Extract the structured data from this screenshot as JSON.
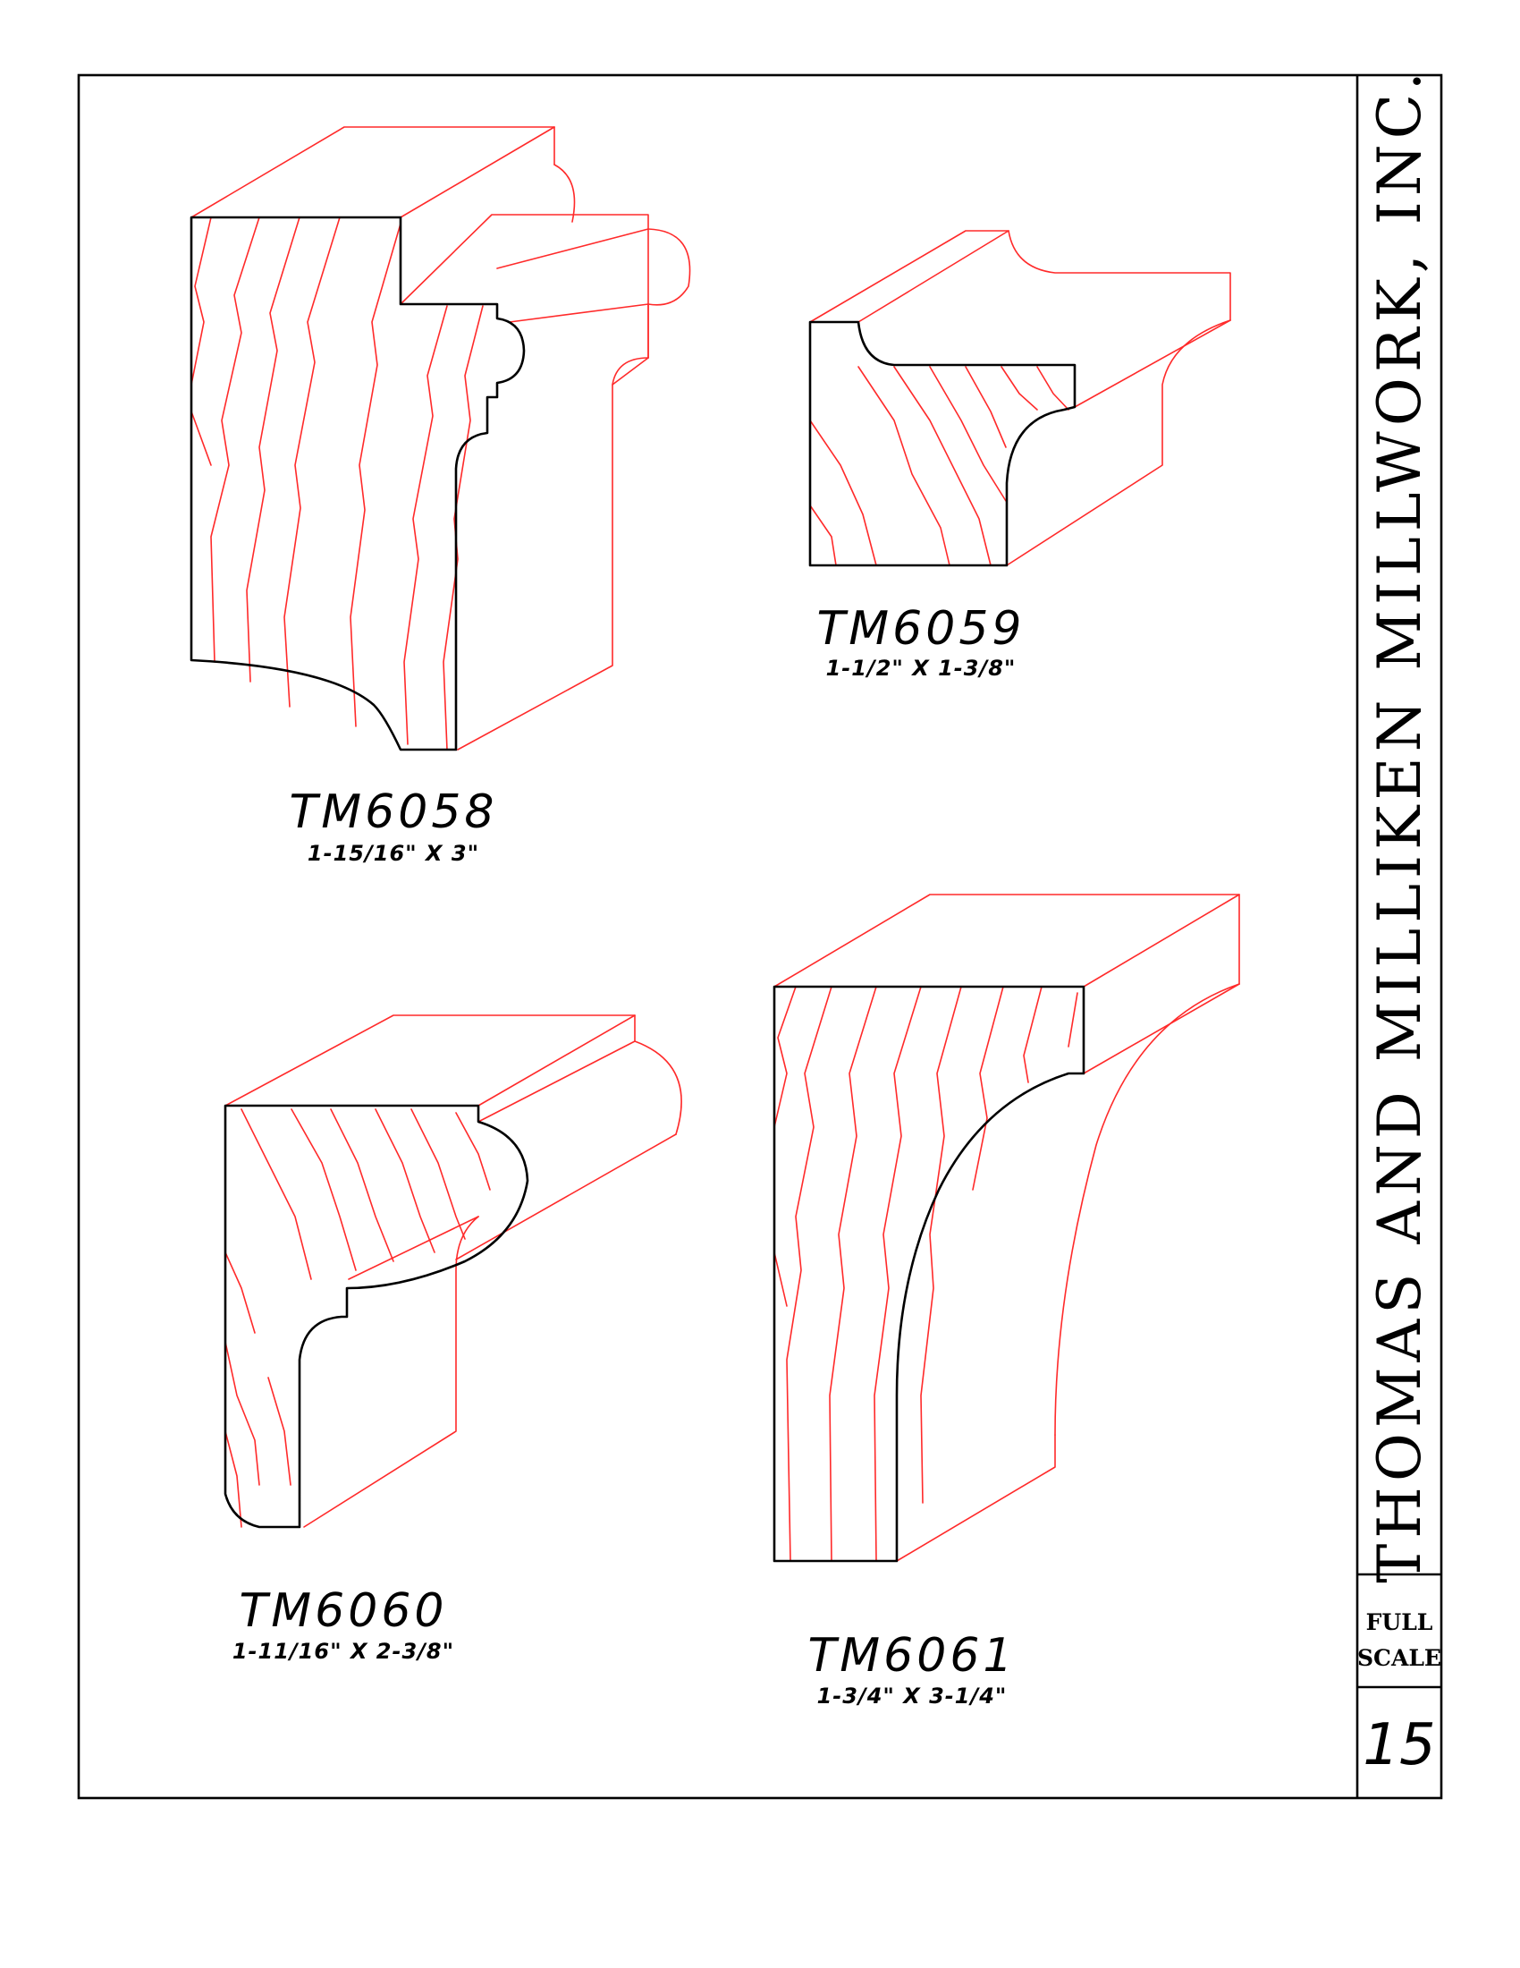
{
  "company": "THOMAS AND MILLIKEN MILLWORK, INC.",
  "scale_line1": "FULL",
  "scale_line2": "SCALE",
  "page_number": "15",
  "profiles": [
    {
      "code": "TM6058",
      "size": "1-15/16\"  X 3\""
    },
    {
      "code": "TM6059",
      "size": "1-1/2\"  X 1-3/8\""
    },
    {
      "code": "TM6060",
      "size": "1-11/16\"  X 2-3/8\""
    },
    {
      "code": "TM6061",
      "size": "1-3/4\"  X 3-1/4\""
    }
  ],
  "colors": {
    "outline": "#000000",
    "projection": "#ff2a2a"
  }
}
